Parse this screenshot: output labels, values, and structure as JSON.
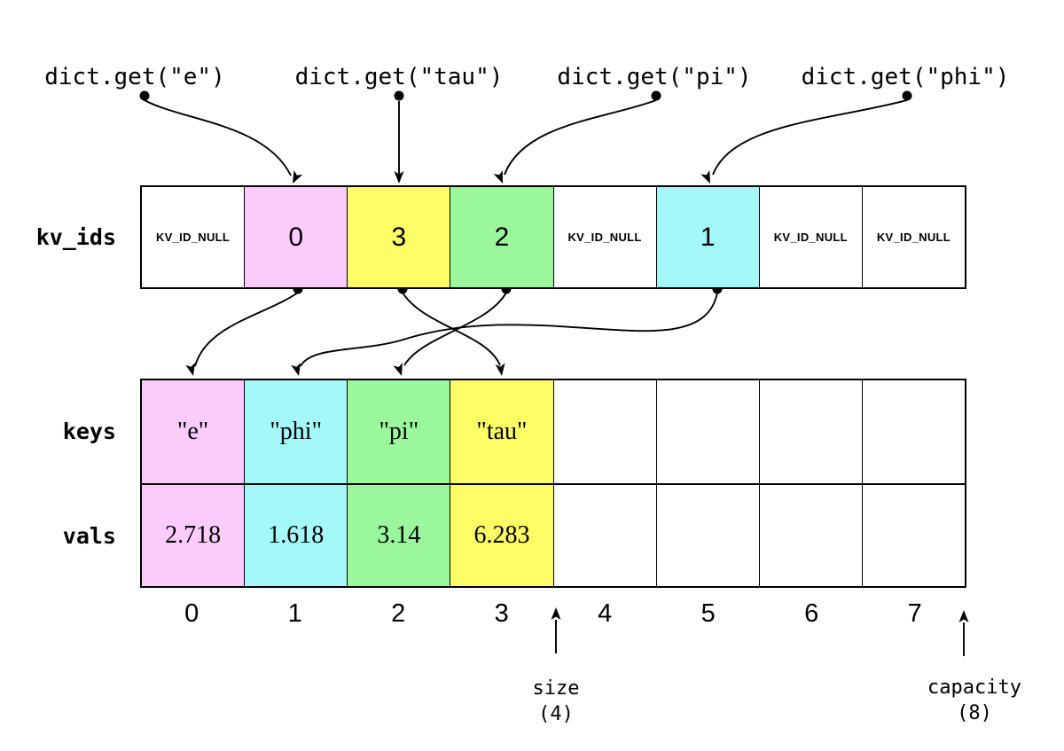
{
  "calls": [
    "dict.get(\"e\")",
    "dict.get(\"tau\")",
    "dict.get(\"pi\")",
    "dict.get(\"phi\")"
  ],
  "rows": {
    "kv_ids": {
      "label": "kv_ids",
      "cells": [
        {
          "text": "KV_ID_NULL",
          "color": "white"
        },
        {
          "text": "0",
          "color": "pink"
        },
        {
          "text": "3",
          "color": "yellow"
        },
        {
          "text": "2",
          "color": "green"
        },
        {
          "text": "KV_ID_NULL",
          "color": "white"
        },
        {
          "text": "1",
          "color": "cyan"
        },
        {
          "text": "KV_ID_NULL",
          "color": "white"
        },
        {
          "text": "KV_ID_NULL",
          "color": "white"
        }
      ]
    },
    "keys": {
      "label": "keys",
      "cells": [
        {
          "text": "\"e\"",
          "color": "pink"
        },
        {
          "text": "\"phi\"",
          "color": "cyan"
        },
        {
          "text": "\"pi\"",
          "color": "green"
        },
        {
          "text": "\"tau\"",
          "color": "yellow"
        },
        {
          "text": "",
          "color": "white"
        },
        {
          "text": "",
          "color": "white"
        },
        {
          "text": "",
          "color": "white"
        },
        {
          "text": "",
          "color": "white"
        }
      ]
    },
    "vals": {
      "label": "vals",
      "cells": [
        {
          "text": "2.718",
          "color": "pink"
        },
        {
          "text": "1.618",
          "color": "cyan"
        },
        {
          "text": "3.14",
          "color": "green"
        },
        {
          "text": "6.283",
          "color": "yellow"
        },
        {
          "text": "",
          "color": "white"
        },
        {
          "text": "",
          "color": "white"
        },
        {
          "text": "",
          "color": "white"
        },
        {
          "text": "",
          "color": "white"
        }
      ]
    }
  },
  "indices": [
    "0",
    "1",
    "2",
    "3",
    "4",
    "5",
    "6",
    "7"
  ],
  "markers": {
    "size": {
      "label": "size",
      "value": "(4)"
    },
    "capacity": {
      "label": "capacity",
      "value": "(8)"
    }
  },
  "colors": {
    "pink": "#FBCCFB",
    "yellow": "#FDFD66",
    "green": "#9BF79B",
    "cyan": "#A4F8F8",
    "white": "#FFFFFF",
    "stroke": "#000000"
  }
}
